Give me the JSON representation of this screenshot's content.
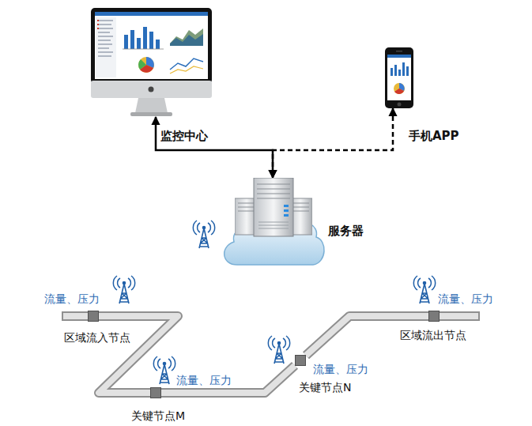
{
  "diagram": {
    "nodes": [
      {
        "text": [
          "监控中心"
        ]
      },
      {
        "text": [
          "手机APP"
        ]
      },
      {
        "text": [
          "服务器"
        ]
      },
      {
        "text": [
          "流量、压力",
          "区域流入节点"
        ]
      },
      {
        "text": [
          "流量、压力",
          "关键节点M"
        ]
      },
      {
        "text": [
          "流量、压力",
          "关键节点N"
        ]
      },
      {
        "text": [
          "流量、压力",
          "区域流出节点"
        ]
      }
    ],
    "edges": [
      {
        "from": 0,
        "to": 2,
        "arrow": "both"
      },
      {
        "from": 1,
        "to": 2,
        "arrow": "both"
      },
      {
        "from": 3,
        "to": 4,
        "arrow": "none"
      },
      {
        "from": 4,
        "to": 5,
        "arrow": "none"
      },
      {
        "from": 5,
        "to": 6,
        "arrow": "none"
      }
    ]
  }
}
